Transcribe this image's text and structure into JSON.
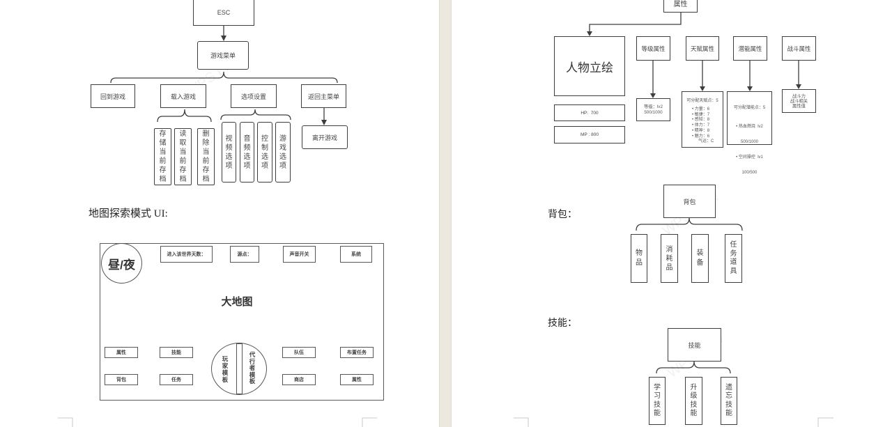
{
  "watermark": "WPS Flow",
  "left_page": {
    "esc_menu": {
      "root": "ESC",
      "menu": "游戏菜单",
      "items": [
        {
          "label": "回到游戏"
        },
        {
          "label": "载入游戏",
          "children": [
            "存储当前存档",
            "读取当前存档",
            "删除当前存档"
          ]
        },
        {
          "label": "选项设置",
          "children": [
            "视频选项",
            "音频选项",
            "控制选项",
            "游戏选项"
          ]
        },
        {
          "label": "返回主菜单",
          "children": [
            "离开游戏"
          ]
        }
      ]
    },
    "map_section_heading": "地图探索模式 UI:",
    "map_ui": {
      "day_night": "昼/夜",
      "top_bar": [
        "进入该世界天数：",
        "源点：",
        "声音开关",
        "系统"
      ],
      "center_title": "大地图",
      "left_buttons": [
        "属性",
        "技能",
        "背包",
        "任务"
      ],
      "templates": [
        "玩家模板",
        "代行者模板"
      ],
      "right_buttons": [
        "队伍",
        "布置任务",
        "商店",
        "属性"
      ]
    }
  },
  "right_page": {
    "attributes": {
      "root": "属性",
      "portrait": "人物立绘",
      "hp": "HP:  700",
      "mp": "MP : 800",
      "categories": [
        {
          "label": "等级属性",
          "details": [
            "等级：lv2",
            "500/1000"
          ]
        },
        {
          "label": "天赋属性",
          "details": [
            "可分配天赋点：5",
            "• 力量：6",
            "• 敏捷：7",
            "• 感知：8",
            "• 体力：7",
            "• 精神：8",
            "• 魅力：6",
            "气运：C"
          ]
        },
        {
          "label": "潜能属性",
          "details": [
            "可分配潜能点：5",
            "• 热血燃烧  lv2",
            "500/1000",
            "• 空间操控  lv1",
            "100/500"
          ]
        },
        {
          "label": "战斗属性",
          "details": [
            "战斗力",
            "战斗相关",
            "属性值"
          ]
        }
      ]
    },
    "bag": {
      "heading": "背包：",
      "root": "背包",
      "children": [
        "物品",
        "消耗品",
        "装备",
        "任务道具"
      ]
    },
    "skills": {
      "heading": "技能：",
      "root": "技能",
      "children": [
        "学习技能",
        "升级技能",
        "遗忘技能"
      ]
    }
  }
}
